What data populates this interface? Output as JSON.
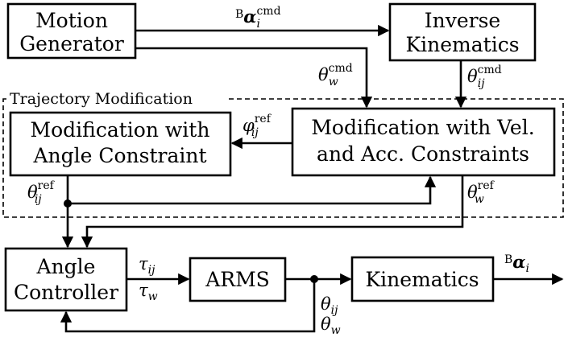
{
  "blocks": {
    "motion_generator": [
      "Motion",
      "Generator"
    ],
    "inverse_kinematics": [
      "Inverse",
      "Kinematics"
    ],
    "mod_angle": [
      "Modification with",
      "Angle Constraint"
    ],
    "mod_vel_acc": [
      "Modification with Vel.",
      "and Acc. Constraints"
    ],
    "angle_controller": [
      "Angle",
      "Controller"
    ],
    "arms": "ARMS",
    "kinematics": "Kinematics"
  },
  "region_label": "Trajectory Modification",
  "signals": {
    "alpha_cmd": {
      "pre": "B",
      "sym": "α",
      "sub": "i",
      "sup": "cmd"
    },
    "theta_w_cmd": {
      "sym": "θ",
      "sub": "w",
      "sup": "cmd"
    },
    "theta_ij_cmd": {
      "sym": "θ",
      "sub": "ij",
      "sup": "cmd"
    },
    "phi_ij_ref": {
      "sym": "φ",
      "sub": "ij",
      "sup": "ref"
    },
    "theta_ij_ref": {
      "sym": "θ",
      "sub": "ij",
      "sup": "ref"
    },
    "theta_w_ref": {
      "sym": "θ",
      "sub": "w",
      "sup": "ref"
    },
    "tau_ij": {
      "sym": "τ",
      "sub": "ij"
    },
    "tau_w": {
      "sym": "τ",
      "sub": "w"
    },
    "theta_ij": {
      "sym": "θ",
      "sub": "ij"
    },
    "theta_w": {
      "sym": "θ",
      "sub": "w"
    },
    "alpha_out": {
      "pre": "B",
      "sym": "α",
      "sub": "i"
    }
  }
}
